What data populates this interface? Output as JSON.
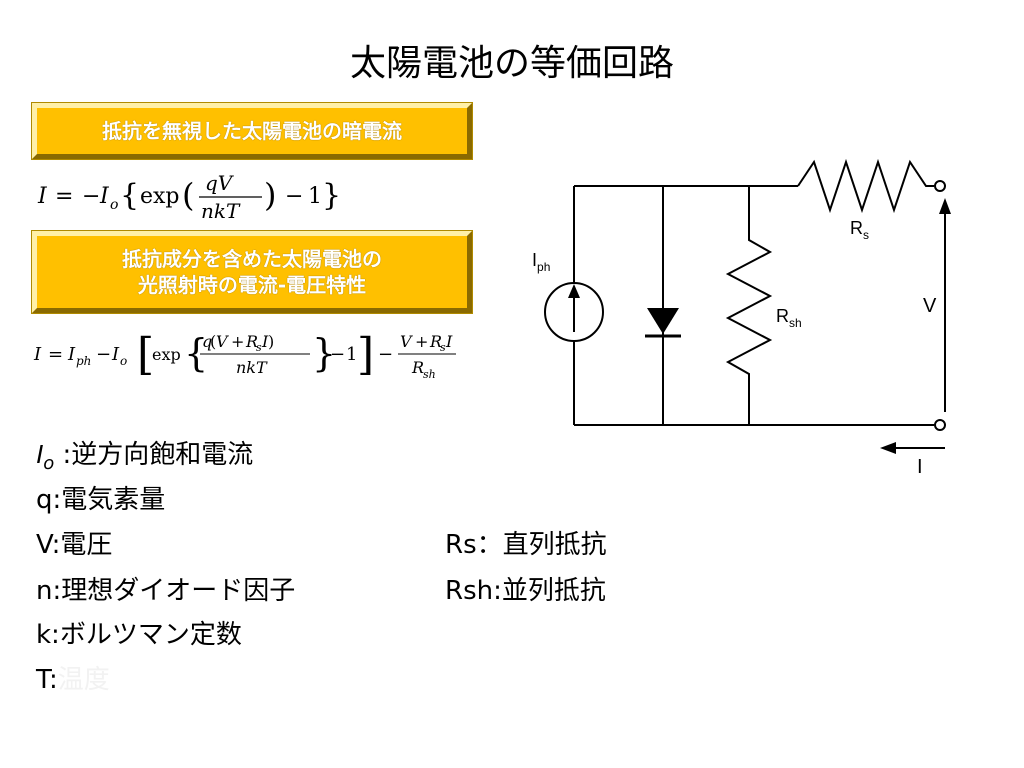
{
  "title": "太陽電池の等価回路",
  "box1": {
    "text": "抵抗を無視した太陽電池の暗電流"
  },
  "box2": {
    "line1": "抵抗成分を含めた太陽電池の",
    "line2": "光照射時の電流-電圧特性"
  },
  "equation1": "I = −I_o{ exp( qV / nkT ) − 1 }",
  "equation2": "I = I_ph − I_o[ exp{ q(V + R_s I) / nkT } − 1 ] − (V + R_s I) / R_sh",
  "legend": {
    "io_symbol": "I",
    "io_sub": "o",
    "io_desc": " :逆方向飽和電流",
    "q": "q:電気素量",
    "v": "V:電圧",
    "n": "n:理想ダイオード因子",
    "k": "k:ボルツマン定数",
    "t_prefix": "T:",
    "t_desc": "温度",
    "rs": "Rs：直列抵抗",
    "rsh": "Rsh:並列抵抗"
  },
  "circuit": {
    "iph_label": "I",
    "iph_sub": "ph",
    "rs_label": "R",
    "rs_sub": "s",
    "rsh_label": "R",
    "rsh_sub": "sh",
    "v_label": "V",
    "i_label": "I"
  }
}
